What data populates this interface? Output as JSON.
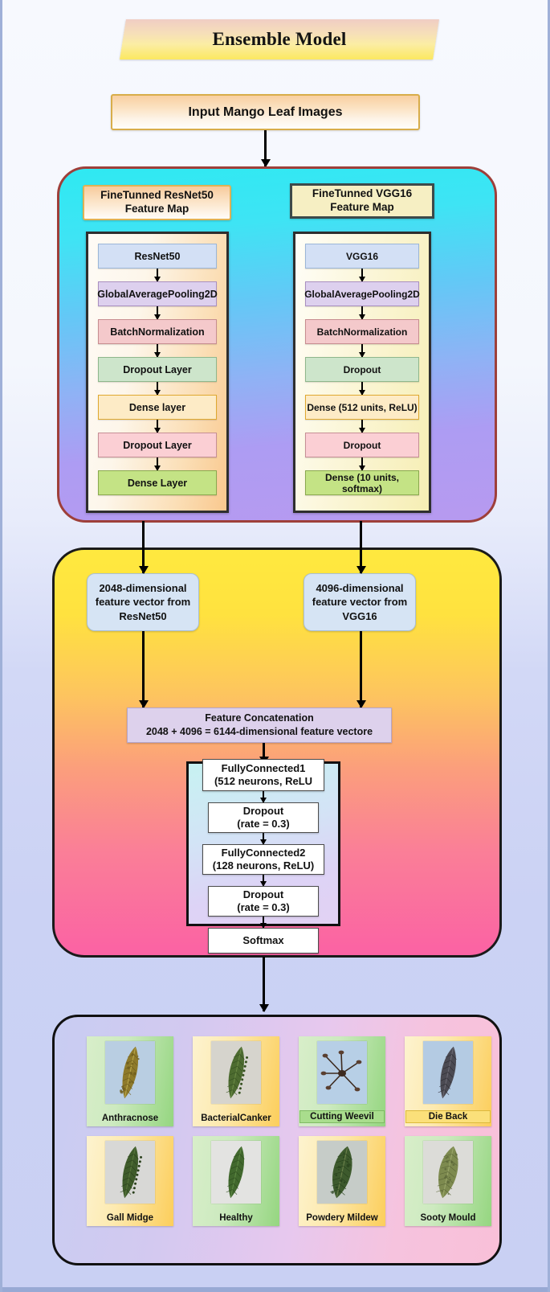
{
  "title": "Ensemble Model",
  "input_block": "Input Mango Leaf Images",
  "panel1": {
    "resnet": {
      "caption_line1": "FineTunned ResNet50",
      "caption_line2": "Feature Map",
      "layers": [
        "ResNet50",
        "GlobalAveragePooling2D",
        "BatchNormalization",
        "Dropout Layer",
        "Dense layer",
        "Dropout Layer",
        "Dense Layer"
      ]
    },
    "vgg": {
      "caption_line1": "FineTunned VGG16",
      "caption_line2": "Feature Map",
      "layers": [
        "VGG16",
        "GlobalAveragePooling2D",
        "BatchNormalization",
        "Dropout",
        "Dense (512 units, ReLU)",
        "Dropout",
        "Dense (10 units, softmax)"
      ]
    }
  },
  "panel2": {
    "feature_vector_resnet": "2048-dimensional feature vector from ResNet50",
    "feature_vector_vgg": "4096-dimensional feature vector from VGG16",
    "concat_line1": "Feature Concatenation",
    "concat_line2": "2048 + 4096 = 6144-dimensional feature vectore",
    "classifier": [
      {
        "line1": "FullyConnected1",
        "line2": "(512 neurons, ReLU"
      },
      {
        "line1": "Dropout",
        "line2": "(rate = 0.3)"
      },
      {
        "line1": "FullyConnected2",
        "line2": "(128 neurons, ReLU)"
      },
      {
        "line1": "Dropout",
        "line2": "(rate = 0.3)"
      },
      {
        "line1": "Softmax",
        "line2": ""
      }
    ]
  },
  "panel3": {
    "classes": [
      {
        "label": "Anthracnose",
        "card_bg": "bg-green",
        "label_style": "plain",
        "photo": "anthracnose-leaf-photo"
      },
      {
        "label": "BacterialCanker",
        "card_bg": "bg-yellow",
        "label_style": "plain",
        "photo": "bacterialcanker-leaf-photo"
      },
      {
        "label": "Cutting Weevil",
        "card_bg": "bg-green",
        "label_style": "lbl-green",
        "photo": "cutting-weevil-photo"
      },
      {
        "label": "Die Back",
        "card_bg": "bg-yellow",
        "label_style": "lbl-yellow",
        "photo": "die-back-leaf-photo"
      },
      {
        "label": "Gall Midge",
        "card_bg": "bg-yellow",
        "label_style": "plain",
        "photo": "gall-midge-leaf-photo"
      },
      {
        "label": "Healthy",
        "card_bg": "bg-green",
        "label_style": "plain",
        "photo": "healthy-leaf-photo"
      },
      {
        "label": "Powdery Mildew",
        "card_bg": "bg-yellow",
        "label_style": "plain",
        "photo": "powdery-mildew-leaf-photo"
      },
      {
        "label": "Sooty Mould",
        "card_bg": "bg-green",
        "label_style": "plain",
        "photo": "sooty-mould-leaf-photo"
      }
    ]
  },
  "colors": {
    "panel1_border": "#9e3f3a",
    "panel2_border": "#1a1a1a",
    "panel3_border": "#111111",
    "title_accent": "#fbe860"
  }
}
